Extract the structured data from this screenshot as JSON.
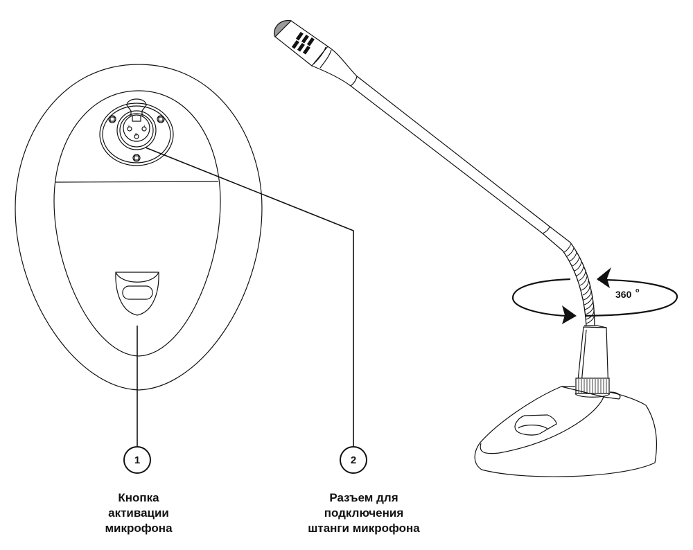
{
  "diagram": {
    "title": "Microphone base front view and gooseneck microphone",
    "stroke_color": "#111111",
    "background": "#ffffff",
    "rotation_label": "360",
    "rotation_unit": "o",
    "connector_pins": [
      "2",
      "1",
      "3"
    ]
  },
  "callouts": [
    {
      "number": "1",
      "lines": [
        "Кнопка",
        "активации",
        "микрофона"
      ],
      "target": "microphone activation button"
    },
    {
      "number": "2",
      "lines": [
        "Разъем для",
        "подключения",
        "штанги микрофона"
      ],
      "target": "XLR connector for microphone boom"
    }
  ]
}
